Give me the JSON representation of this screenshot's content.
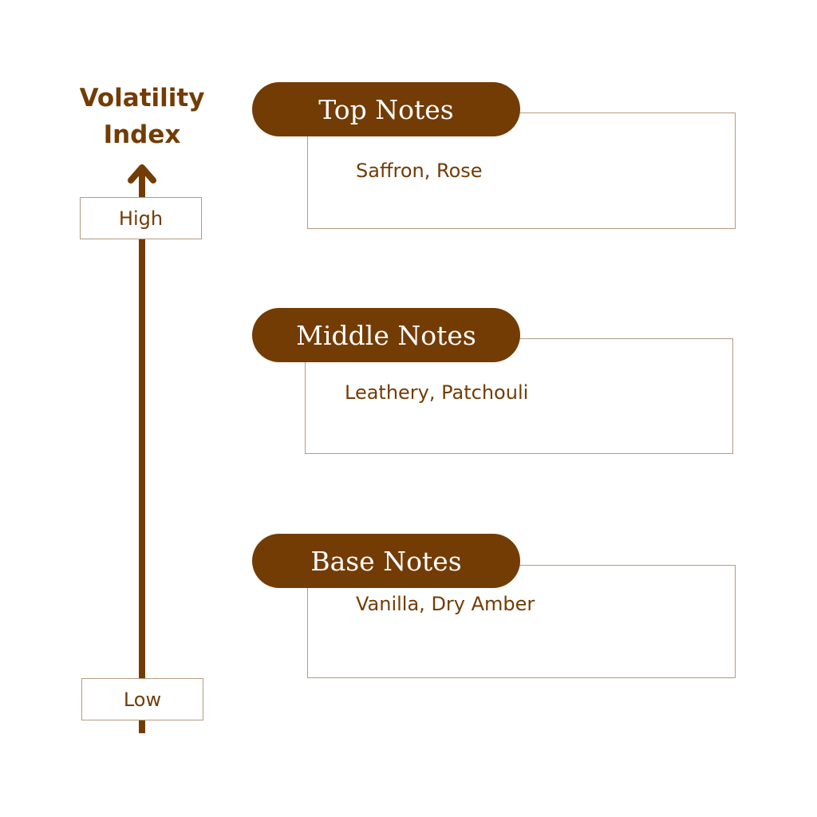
{
  "axis": {
    "title_line1": "Volatility",
    "title_line2": "Index",
    "high_label": "High",
    "low_label": "Low"
  },
  "tiers": [
    {
      "label": "Top Notes",
      "notes": "Saffron, Rose"
    },
    {
      "label": "Middle Notes",
      "notes": "Leathery, Patchouli"
    },
    {
      "label": "Base Notes",
      "notes": "Vanilla, Dry Amber"
    }
  ],
  "colors": {
    "accent": "#733c05",
    "border": "#b59a80"
  }
}
